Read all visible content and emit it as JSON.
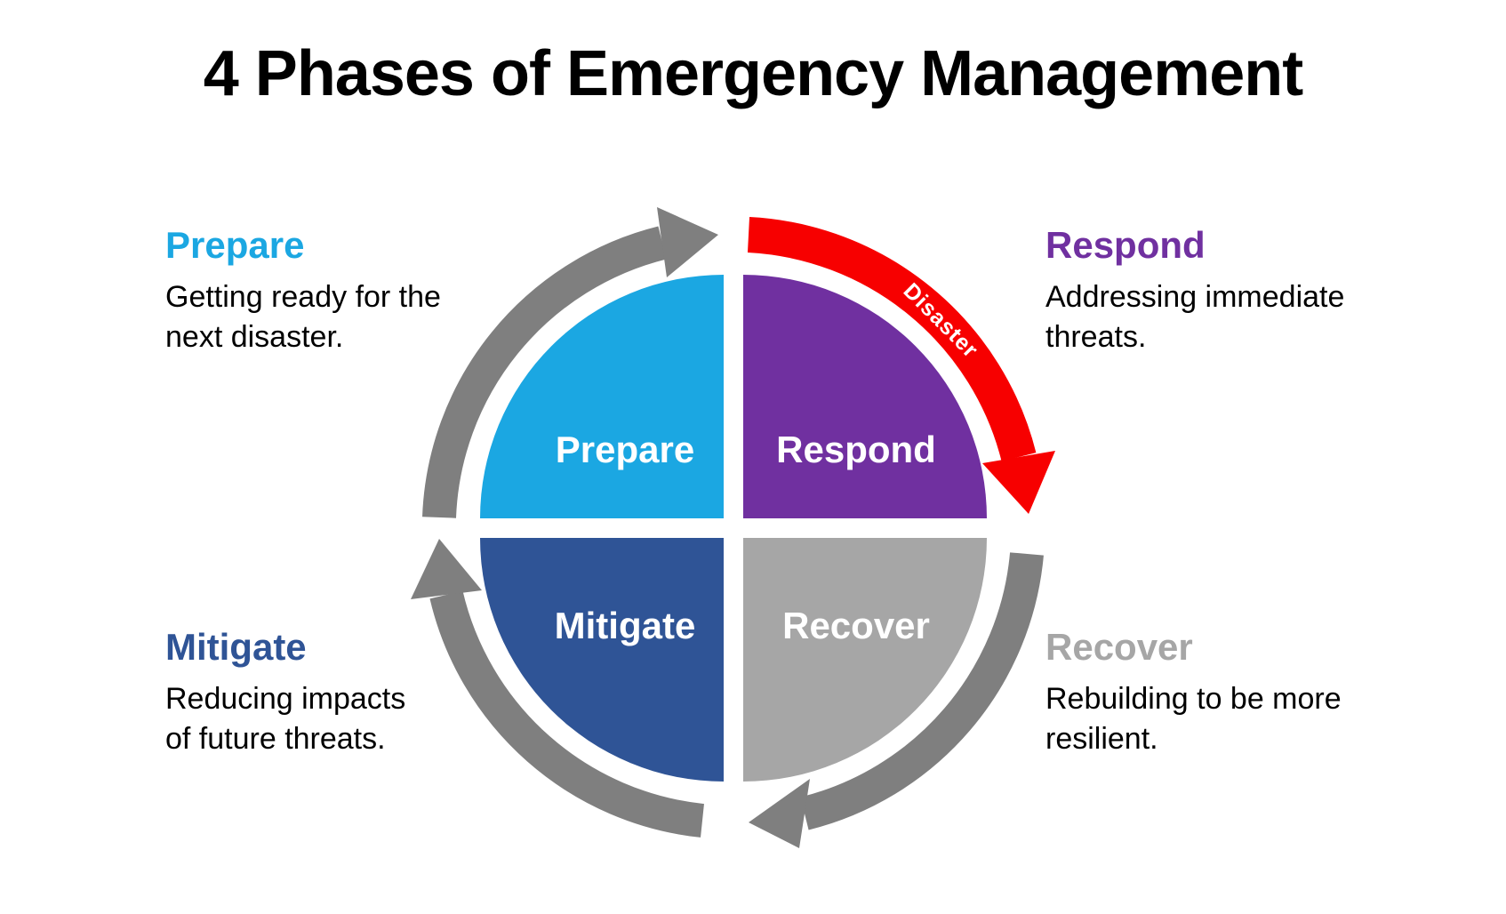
{
  "title": "4 Phases of Emergency Management",
  "colors": {
    "prepare": "#1BA7E2",
    "respond": "#7030A0",
    "mitigate": "#2F5496",
    "recover": "#A6A6A6",
    "ring_gray": "#7F7F7F",
    "disaster_red": "#F70000",
    "quadrant_label_text": "#FFFFFF",
    "body_text": "#000000"
  },
  "cycle": {
    "disaster_label": "Disaster",
    "quadrants": [
      {
        "label": "Prepare"
      },
      {
        "label": "Respond"
      },
      {
        "label": "Mitigate"
      },
      {
        "label": "Recover"
      }
    ]
  },
  "annotations": [
    {
      "heading": "Prepare",
      "line1": "Getting ready for the",
      "line2": "next disaster."
    },
    {
      "heading": "Respond",
      "line1": "Addressing immediate",
      "line2": "threats."
    },
    {
      "heading": "Mitigate",
      "line1": "Reducing impacts",
      "line2": "of future threats."
    },
    {
      "heading": "Recover",
      "line1": "Rebuilding to be more",
      "line2": "resilient."
    }
  ]
}
